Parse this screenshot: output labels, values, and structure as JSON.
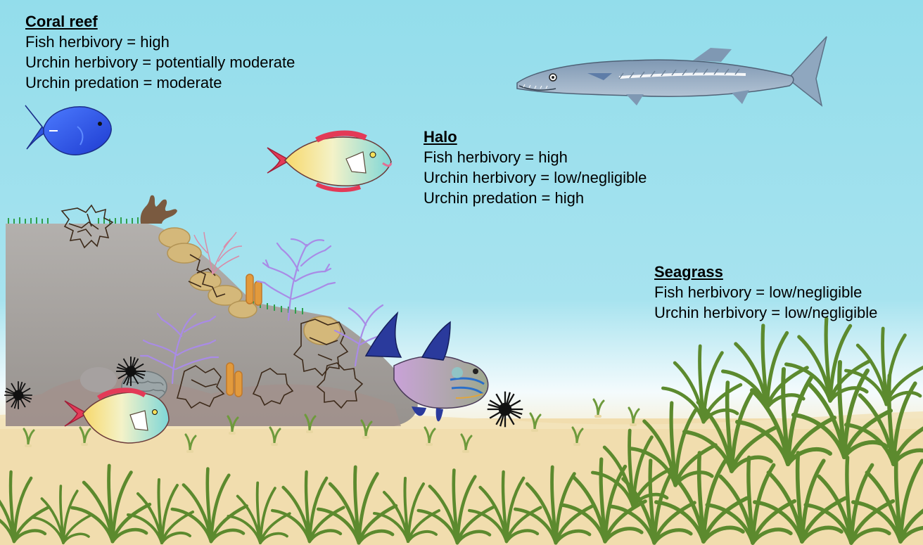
{
  "zones": {
    "coral_reef": {
      "title": "Coral reef",
      "lines": [
        "Fish herbivory = high",
        "Urchin herbivory = potentially moderate",
        "Urchin predation = moderate"
      ]
    },
    "halo": {
      "title": "Halo",
      "lines": [
        "Fish herbivory = high",
        "Urchin herbivory = low/negligible",
        "Urchin predation = high"
      ]
    },
    "seagrass": {
      "title": "Seagrass",
      "lines": [
        "Fish herbivory = low/negligible",
        "Urchin herbivory = low/negligible"
      ]
    }
  },
  "colors": {
    "water": "#93DDEB",
    "sand": "#F1DDAE",
    "reef_rock": "#A9A6A3",
    "seagrass": "#5C8A2E",
    "sea_fan": "#A98BE6",
    "urchin": "#111111",
    "blue_tang": "#2F55E0",
    "parrotfish_fin": "#E33A57",
    "barracuda": "#8FA7BF",
    "triggerfish": "#B58FB8"
  },
  "figures": {
    "barracuda": "barracuda-illustration",
    "blue_tang": "blue-tang-illustration",
    "parrotfish": "parrotfish-illustration",
    "triggerfish": "triggerfish-illustration",
    "sea_urchin": "sea-urchin-illustration",
    "sea_fan": "sea-fan-illustration",
    "seagrass": "seagrass-illustration"
  }
}
